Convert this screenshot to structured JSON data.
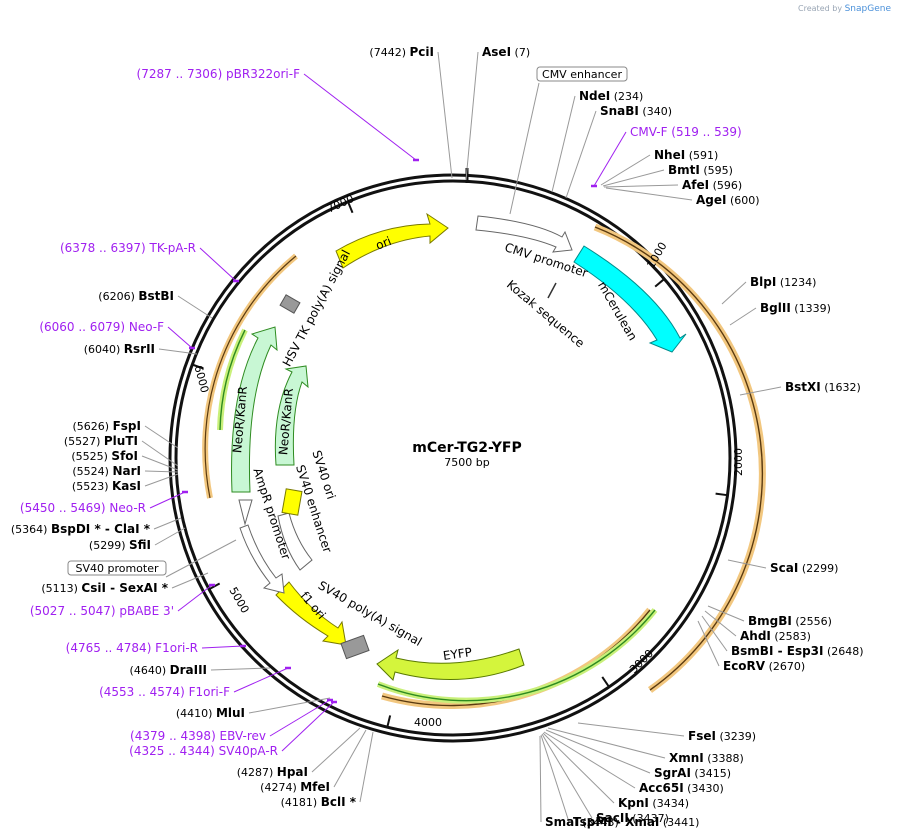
{
  "app": {
    "created_by": "Created by",
    "brand": "SnapGene"
  },
  "plasmid": {
    "name": "mCer-TG2-YFP",
    "size_label": "7500 bp",
    "length": 7500
  },
  "ticks": [
    {
      "pos": 1000,
      "label": "1000"
    },
    {
      "pos": 2000,
      "label": "2000"
    },
    {
      "pos": 3000,
      "label": "3000"
    },
    {
      "pos": 4000,
      "label": "4000"
    },
    {
      "pos": 5000,
      "label": "5000"
    },
    {
      "pos": 6000,
      "label": "6000"
    },
    {
      "pos": 7000,
      "label": "7000"
    }
  ],
  "colors": {
    "ori": "#ffff00",
    "mcerulean": "#00ffff",
    "eyfp": "#d4f53c",
    "neo": "#c8f7d4",
    "primer": "#a020f0",
    "sig": "#999999",
    "orange": "#f0a030",
    "green": "#2e8b20"
  },
  "sites": [
    {
      "name": "AseI",
      "pos_label": "(7)",
      "side": "right"
    },
    {
      "name": "NdeI",
      "pos_label": "(234)",
      "side": "right"
    },
    {
      "name": "SnaBI",
      "pos_label": "(340)",
      "side": "right"
    },
    {
      "name": "NheI",
      "pos_label": "(591)",
      "side": "right"
    },
    {
      "name": "BmtI",
      "pos_label": "(595)",
      "side": "right"
    },
    {
      "name": "AfeI",
      "pos_label": "(596)",
      "side": "right"
    },
    {
      "name": "AgeI",
      "pos_label": "(600)",
      "side": "right"
    },
    {
      "name": "BlpI",
      "pos_label": "(1234)",
      "side": "right"
    },
    {
      "name": "BglII",
      "pos_label": "(1339)",
      "side": "right"
    },
    {
      "name": "BstXI",
      "pos_label": "(1632)",
      "side": "right"
    },
    {
      "name": "ScaI",
      "pos_label": "(2299)",
      "side": "right"
    },
    {
      "name": "BmgBI",
      "pos_label": "(2556)",
      "side": "right"
    },
    {
      "name": "AhdI",
      "pos_label": "(2583)",
      "side": "right"
    },
    {
      "name": "BsmBI - Esp3I",
      "pos_label": "(2648)",
      "side": "right"
    },
    {
      "name": "EcoRV",
      "pos_label": "(2670)",
      "side": "right"
    },
    {
      "name": "FseI",
      "pos_label": "(3239)",
      "side": "right"
    },
    {
      "name": "XmnI",
      "pos_label": "(3388)",
      "side": "right"
    },
    {
      "name": "SgrAI",
      "pos_label": "(3415)",
      "side": "right"
    },
    {
      "name": "Acc65I",
      "pos_label": "(3430)",
      "side": "right"
    },
    {
      "name": "KpnI",
      "pos_label": "(3434)",
      "side": "right"
    },
    {
      "name": "SacII",
      "pos_label": "(3437)",
      "side": "right"
    },
    {
      "name": "TspMI - XmaI",
      "pos_label": "(3441)",
      "side": "right"
    },
    {
      "name": "SmaI",
      "pos_label": "(3443)",
      "side": "right"
    },
    {
      "name": "PciI",
      "pos_label": "(7442)",
      "side": "left"
    },
    {
      "name": "BstBI",
      "pos_label": "(6206)",
      "side": "left"
    },
    {
      "name": "RsrII",
      "pos_label": "(6040)",
      "side": "left"
    },
    {
      "name": "FspI",
      "pos_label": "(5626)",
      "side": "left"
    },
    {
      "name": "PluTI",
      "pos_label": "(5527)",
      "side": "left"
    },
    {
      "name": "SfoI",
      "pos_label": "(5525)",
      "side": "left"
    },
    {
      "name": "NarI",
      "pos_label": "(5524)",
      "side": "left"
    },
    {
      "name": "KasI",
      "pos_label": "(5523)",
      "side": "left"
    },
    {
      "name": "BspDI * - ClaI *",
      "pos_label": "(5364)",
      "side": "left"
    },
    {
      "name": "SfiI",
      "pos_label": "(5299)",
      "side": "left"
    },
    {
      "name": "CsiI - SexAI *",
      "pos_label": "(5113)",
      "side": "left"
    },
    {
      "name": "DraIII",
      "pos_label": "(4640)",
      "side": "left"
    },
    {
      "name": "MluI",
      "pos_label": "(4410)",
      "side": "left"
    },
    {
      "name": "HpaI",
      "pos_label": "(4287)",
      "side": "left"
    },
    {
      "name": "MfeI",
      "pos_label": "(4274)",
      "side": "left"
    },
    {
      "name": "BclI *",
      "pos_label": "(4181)",
      "side": "left"
    }
  ],
  "primers": [
    {
      "name": "pBR322ori-F",
      "range": "(7287 .. 7306)"
    },
    {
      "name": "CMV-F",
      "range": "(519 .. 539)"
    },
    {
      "name": "TK-pA-R",
      "range": "(6378 .. 6397)"
    },
    {
      "name": "Neo-F",
      "range": "(6060 .. 6079)"
    },
    {
      "name": "Neo-R",
      "range": "(5450 .. 5469)"
    },
    {
      "name": "pBABE 3'",
      "range": "(5027 .. 5047)"
    },
    {
      "name": "F1ori-R",
      "range": "(4765 .. 4784)"
    },
    {
      "name": "F1ori-F",
      "range": "(4553 .. 4574)"
    },
    {
      "name": "EBV-rev",
      "range": "(4379 .. 4398)"
    },
    {
      "name": "SV40pA-R",
      "range": "(4325 .. 4344)"
    }
  ],
  "boxed_features": [
    {
      "name": "CMV enhancer"
    },
    {
      "name": "SV40 promoter"
    }
  ],
  "features": [
    {
      "name": "ori"
    },
    {
      "name": "CMV promoter"
    },
    {
      "name": "Kozak sequence"
    },
    {
      "name": "mCerulean"
    },
    {
      "name": "HSV TK poly(A) signal"
    },
    {
      "name": "NeoR/KanR"
    },
    {
      "name": "NeoR/KanR"
    },
    {
      "name": "SV40 ori"
    },
    {
      "name": "SV40 enhancer"
    },
    {
      "name": "AmpR promoter"
    },
    {
      "name": "f1 ori"
    },
    {
      "name": "SV40 poly(A) signal"
    },
    {
      "name": "EYFP"
    }
  ]
}
